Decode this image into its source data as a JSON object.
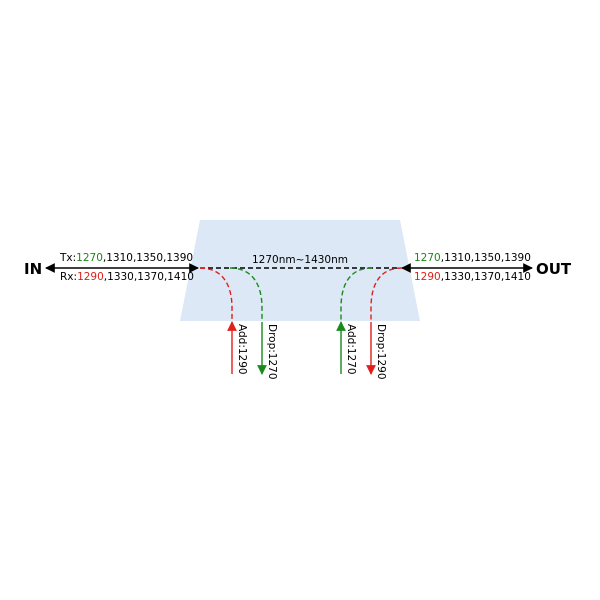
{
  "ports": {
    "in": "IN",
    "out": "OUT"
  },
  "band": "1270nm~1430nm",
  "left": {
    "tx_prefix": "Tx:",
    "tx_highlight": "1270",
    "tx_rest": ",1310,1350,1390",
    "rx_prefix": "Rx:",
    "rx_highlight": "1290",
    "rx_rest": ",1330,1370,1410"
  },
  "right": {
    "tx_highlight": "1270",
    "tx_rest": ",1310,1350,1390",
    "rx_highlight": "1290",
    "rx_rest": ",1330,1370,1410"
  },
  "branches": {
    "add_left": "Add:1290",
    "drop_left": "Drop:1270",
    "add_right": "Add:1270",
    "drop_right": "Drop:1290"
  },
  "colors": {
    "green": "#1a8a1a",
    "red": "#e0201c",
    "filter_fill": "#dce8f5",
    "line": "#000000"
  }
}
